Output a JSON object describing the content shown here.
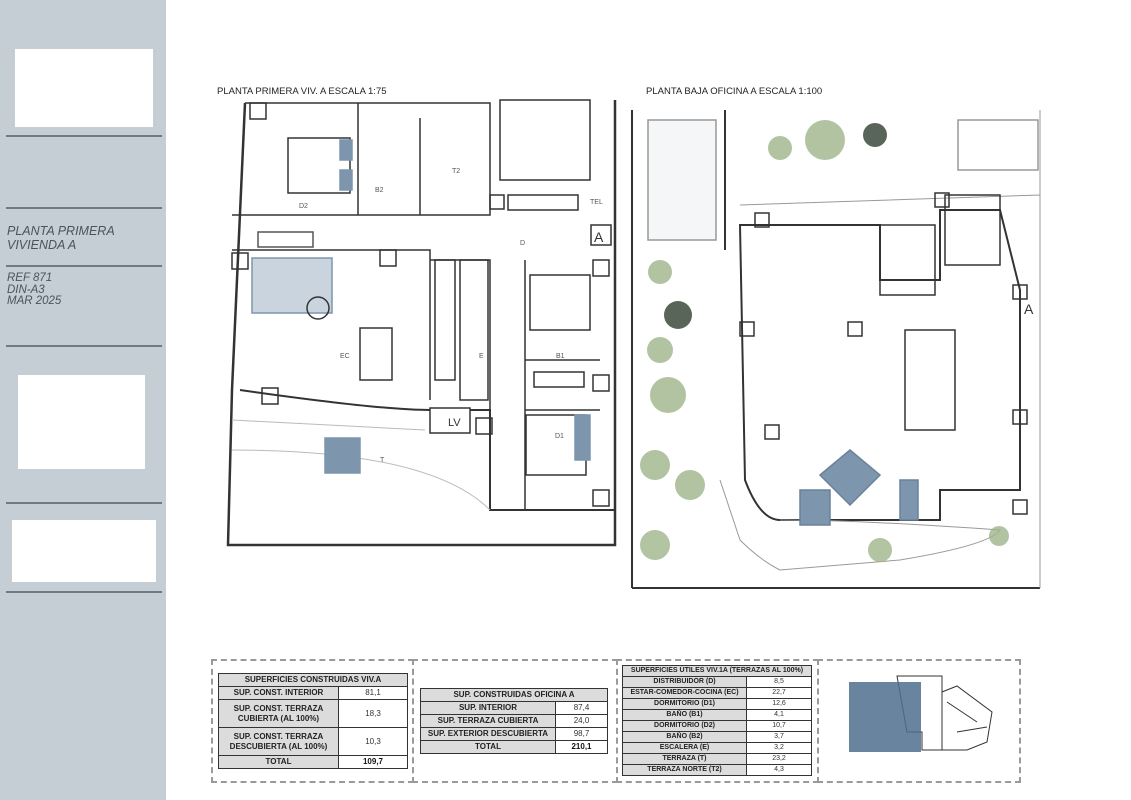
{
  "sidebar": {
    "title_line1": "PLANTA PRIMERA",
    "title_line2": "VIVIENDA A",
    "ref": "REF  871",
    "format": "DIN-A3",
    "date": "MAR 2025"
  },
  "plan_left": {
    "title": "PLANTA PRIMERA VIV. A ESCALA 1:75",
    "rooms": {
      "d2": "D2",
      "b2": "B2",
      "t2": "T2",
      "d": "D",
      "a": "A",
      "tel": "TEL",
      "ec": "EC",
      "e": "E",
      "b1": "B1",
      "lv": "LV",
      "d1": "D1",
      "t": "T"
    }
  },
  "plan_right": {
    "title": "PLANTA BAJA OFICINA A  ESCALA 1:100",
    "rooms": {
      "a": "A"
    }
  },
  "table_viv": {
    "header": "SUPERFICIES CONSTRUIDAS VIV.A",
    "rows": [
      {
        "label": "SUP. CONST. INTERIOR",
        "value": "81,1"
      },
      {
        "label1": "SUP. CONST. TERRAZA",
        "label2": "CUBIERTA (AL 100%)",
        "value": "18,3"
      },
      {
        "label1": "SUP. CONST. TERRAZA",
        "label2": "DESCUBIERTA (AL 100%)",
        "value": "10,3"
      }
    ],
    "total_label": "TOTAL",
    "total_value": "109,7"
  },
  "table_oficina": {
    "header": "SUP. CONSTRUIDAS OFICINA A",
    "rows": [
      {
        "label": "SUP. INTERIOR",
        "value": "87,4"
      },
      {
        "label": "SUP. TERRAZA CUBIERTA",
        "value": "24,0"
      },
      {
        "label": "SUP. EXTERIOR DESCUBIERTA",
        "value": "98,7"
      }
    ],
    "total_label": "TOTAL",
    "total_value": "210,1"
  },
  "table_utiles": {
    "header": "SUPERFICIES ÚTILES VIV.1A (TERRAZAS AL 100%)",
    "rows": [
      {
        "label": "DISTRIBUIDOR (D)",
        "value": "8,5"
      },
      {
        "label": "ESTAR-COMEDOR-COCINA (EC)",
        "value": "22,7"
      },
      {
        "label": "DORMITORIO (D1)",
        "value": "12,6"
      },
      {
        "label": "BAÑO (B1)",
        "value": "4,1"
      },
      {
        "label": "DORMITORIO (D2)",
        "value": "10,7"
      },
      {
        "label": "BAÑO (B2)",
        "value": "3,7"
      },
      {
        "label": "ESCALERA (E)",
        "value": "3,2"
      },
      {
        "label": "TERRAZA (T)",
        "value": "23,2"
      },
      {
        "label": "TERRAZA NORTE (T2)",
        "value": "4,3"
      }
    ]
  },
  "colors": {
    "sidebar": "#c5cdd5",
    "rule": "#6f7a83",
    "highlight": "#4e6e8e",
    "furniture": "#7d95ad"
  }
}
